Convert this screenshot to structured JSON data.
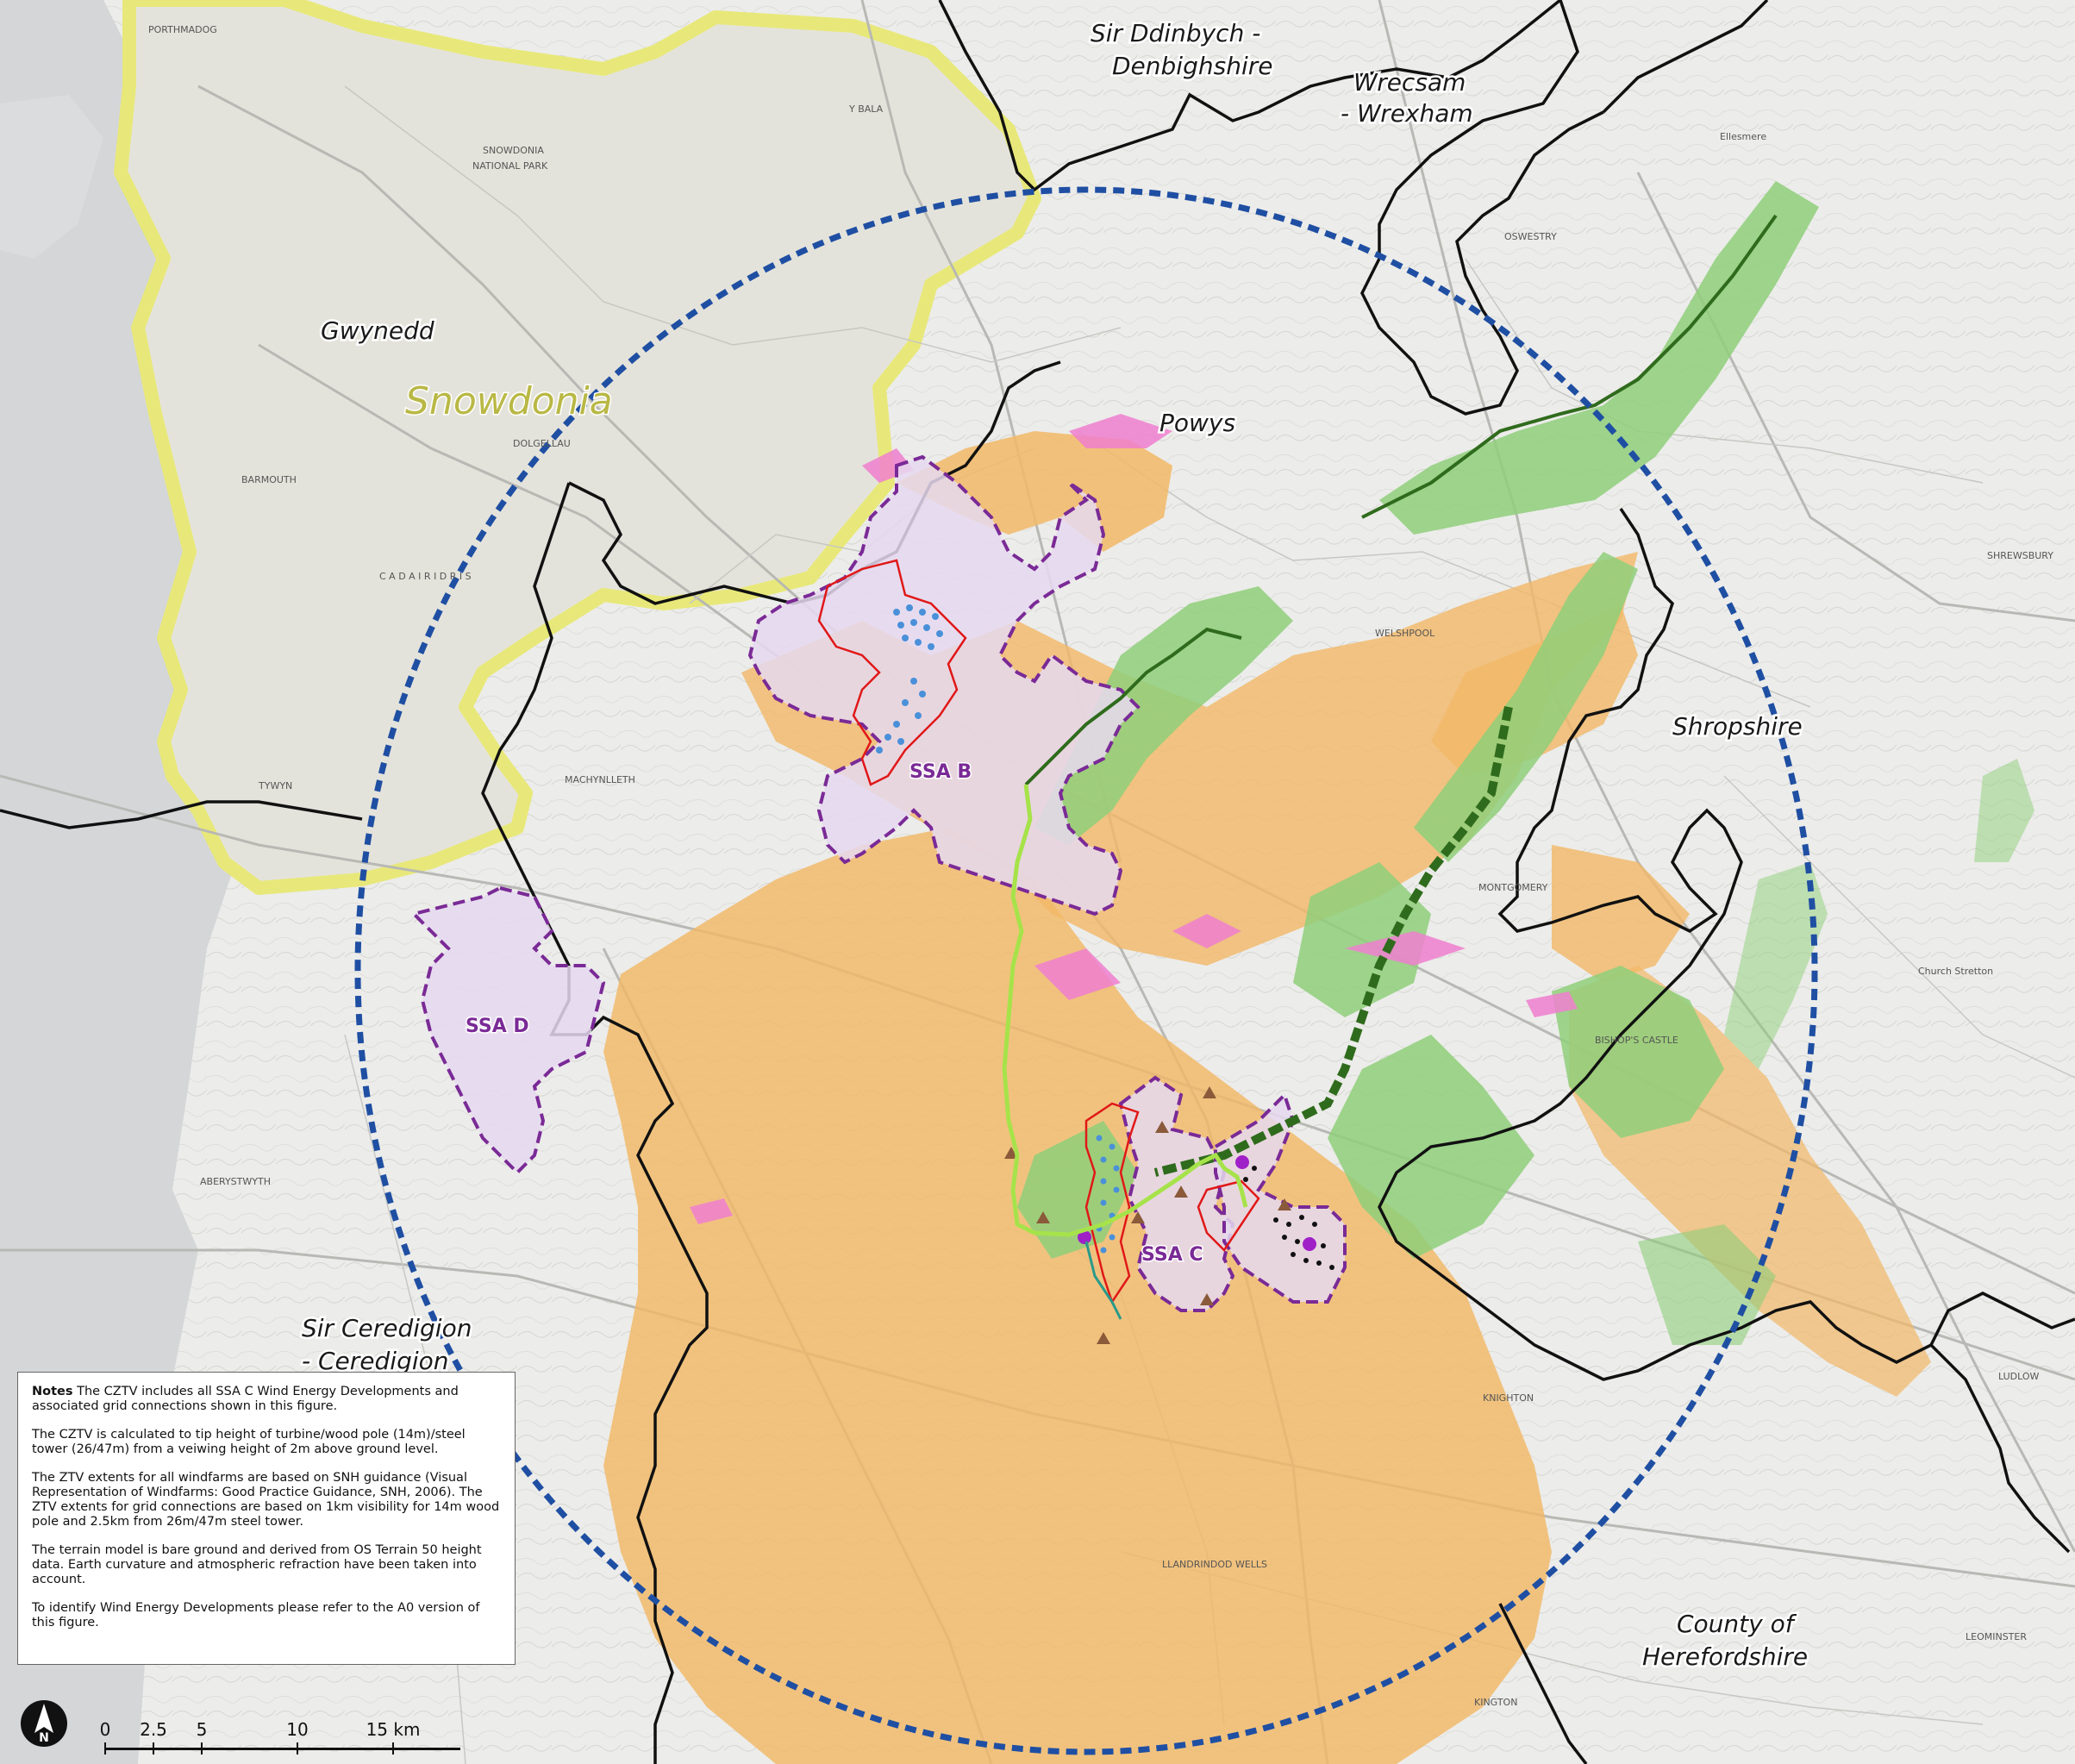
{
  "regions": {
    "gwynedd": "Gwynedd",
    "snowdonia": "Snowdonia",
    "denbighshire_1": "Sir Ddinbych -",
    "denbighshire_2": "Denbighshire",
    "wrexham_1": "Wrecsam",
    "wrexham_2": "- Wrexham",
    "powys": "Powys",
    "shropshire": "Shropshire",
    "ceredigion_1": "Sir Ceredigion",
    "ceredigion_2": "- Ceredigion",
    "hereford_1": "County of",
    "hereford_2": "Herefordshire"
  },
  "ssa": {
    "b": "SSA B",
    "c": "SSA C",
    "d": "SSA D"
  },
  "towns": {
    "porthmadog": "PORTHMADOG",
    "snowdonia_np_1": "SNOWDONIA",
    "snowdonia_np_2": "NATIONAL PARK",
    "barmouth": "BARMOUTH",
    "cadair_idris": "C A D A I R   I D R I S",
    "tywyn": "TYWYN",
    "machynlleth": "MACHYNLLETH",
    "aberystwyth": "ABERYSTWYTH",
    "welshpool": "WELSHPOOL",
    "montgomery": "MONTGOMERY",
    "oswestry": "OSWESTRY",
    "shrewsbury": "SHREWSBURY",
    "bishops_castle": "BISHOP'S CASTLE",
    "church_stretton": "Church Stretton",
    "ludlow": "LUDLOW",
    "knighton": "KNIGHTON",
    "kington": "KINGTON",
    "leominster": "LEOMINSTER",
    "llandrindod_wells": "LLANDRINDOD WELLS",
    "ellesmere": "Ellesmere",
    "dolgellau": "DOLGELLAU",
    "bala": "Y BALA"
  },
  "notes": {
    "heading": "Notes",
    "p1": "The CZTV includes all SSA C Wind Energy Developments and associated grid connections shown in this figure.",
    "p2": "The CZTV is calculated to tip height of turbine/wood pole (14m)/steel tower (26/47m) from a veiwing height of 2m above ground level.",
    "p3": "The ZTV extents for all windfarms are based on SNH guidance (Visual Representation of Windfarms: Good Practice Guidance, SNH, 2006). The ZTV extents for grid connections are based on 1km visibility for 14m wood pole and 2.5km from 26m/47m steel tower.",
    "p4": "The terrain model is bare ground and derived from OS Terrain 50 height data. Earth curvature and atmospheric refraction have been taken into account.",
    "p5": "To identify Wind Energy Developments please refer to the A0 version of this figure."
  },
  "scale_bar": {
    "ticks": [
      "0",
      "2.5",
      "5",
      "10",
      "15 km"
    ]
  },
  "colors": {
    "base": "#e9e9e6",
    "ztv_orange": "#f2b866",
    "ztv_green": "#8fcf7a",
    "ztv_pink": "#f07fcf",
    "ssa_fill": "#e6d9f0",
    "ssa_outline": "#7a2a96",
    "study_circle": "#1f4fa3",
    "snowdonia_boundary": "#e8e87a",
    "grid_dark": "#2f6b1c",
    "grid_light": "#a6e34a",
    "windfarm_outline": "#e01818",
    "turbine_blue": "#4a90d9",
    "turbine_black": "#111111",
    "substation": "#a020c8",
    "triangle": "#8a5a3a"
  },
  "icons": {
    "north_arrow": "north-arrow-icon"
  }
}
